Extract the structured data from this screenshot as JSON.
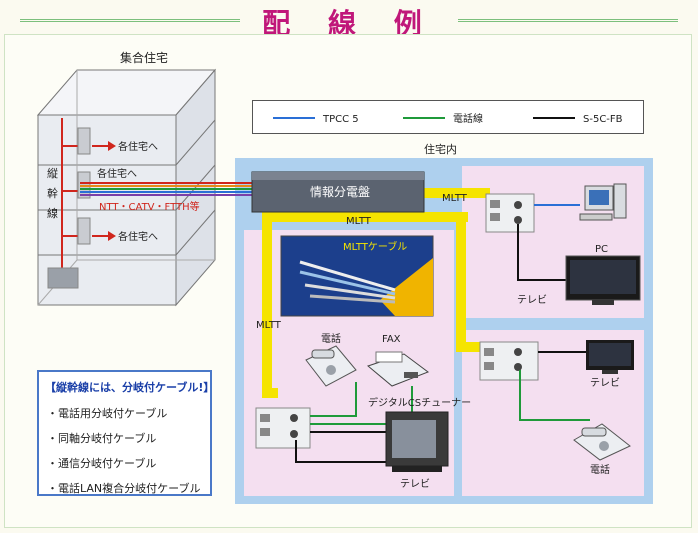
{
  "title": "配 線 例",
  "labels": {
    "building": "集合住宅",
    "each_home_1": "各住宅へ",
    "each_home_2": "各住宅へ",
    "each_home_3": "各住宅へ",
    "vertical_1": "縦",
    "vertical_2": "幹",
    "vertical_3": "線",
    "ntt_catv": "NTT・CATV・FTTH等",
    "in_home": "住宅内",
    "panel": "情報分電盤",
    "mltt_1": "MLTT",
    "mltt_2": "MLTT",
    "mltt_3": "MLTT",
    "mltt_cable": "MLTTケーブル",
    "pc": "PC",
    "tv_1": "テレビ",
    "tv_2": "テレビ",
    "tv_3": "テレビ",
    "phone_1": "電話",
    "phone_2": "電話",
    "fax": "FAX",
    "digital_cs": "デジタルCSチューナー"
  },
  "legend": [
    {
      "label": "TPCC 5",
      "color": "#2a6fd6"
    },
    {
      "label": "電話線",
      "color": "#1f9a3a"
    },
    {
      "label": "S-5C-FB",
      "color": "#111111"
    }
  ],
  "note": {
    "title": "【縦幹線には、分岐付ケーブル!】",
    "items": [
      "・電話用分岐付ケーブル",
      "・同軸分岐付ケーブル",
      "・通信分岐付ケーブル",
      "・電話LAN複合分岐付ケーブル"
    ]
  },
  "colors": {
    "title": "#c0177a",
    "mltt_yellow": "#f5e400",
    "room_blue": "#aed0ee",
    "room_pink": "#f4dff0",
    "trunk_red": "#d0261d",
    "tpcc_blue": "#2a6fd6",
    "phone_green": "#1f9a3a",
    "coax_black": "#111111"
  }
}
